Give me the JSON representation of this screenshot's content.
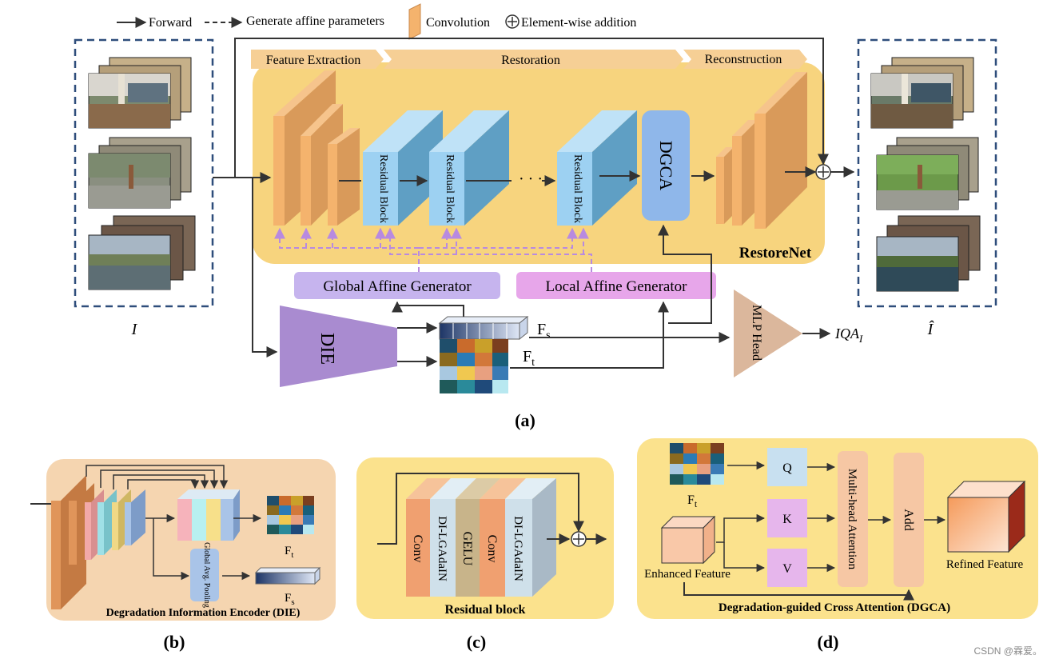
{
  "legend": {
    "forward": "Forward",
    "affine": "Generate affine parameters",
    "conv": "Convolution",
    "add": "Element-wise addition"
  },
  "panel_a": {
    "stage_feature": "Feature Extraction",
    "stage_restoration": "Restoration",
    "stage_reconstruction": "Reconstruction",
    "residual_block": "Residual Block",
    "ellipsis": "· · ·",
    "dgca": "DGCA",
    "restorenet": "RestoreNet",
    "global_gen": "Global Affine Generator",
    "local_gen": "Local Affine Generator",
    "die": "DIE",
    "fs_label": "F",
    "fs_sub": "s",
    "ft_label": "F",
    "ft_sub": "t",
    "mlp": "MLP Head",
    "iqa": "IQA",
    "iqa_sub": "I",
    "input_label": "I",
    "output_label": "Î",
    "caption": "(a)"
  },
  "panel_b": {
    "pool": "Global Avg. Pooling",
    "ft_label": "F",
    "ft_sub": "t",
    "fs_label": "F",
    "fs_sub": "s",
    "title": "Degradation Information Encoder (DIE)",
    "caption": "(b)"
  },
  "panel_c": {
    "conv1": "Conv",
    "dilg1": "DI-LGAdaIN",
    "gelu": "GELU",
    "conv2": "Conv",
    "dilg2": "DI-LGAdaIN",
    "title": "Residual block",
    "caption": "(c)"
  },
  "panel_d": {
    "ft_label": "F",
    "ft_sub": "t",
    "enhanced": "Enhanced Feature",
    "q": "Q",
    "k": "K",
    "v": "V",
    "mha": "Multi-head Attention",
    "add": "Add",
    "refined": "Refined Feature",
    "title": "Degradation-guided Cross Attention (DGCA)",
    "caption": "(d)"
  },
  "watermark": "CSDN @霖爱。",
  "colors": {
    "restorenet_bg": "#f7d47e",
    "conv_face": "#f4b36d",
    "conv_side": "#d99a5a",
    "resblock_face": "#9dd1f2",
    "resblock_side": "#5f9fc4",
    "dgca": "#8fb7ea",
    "global_gen": "#c6b4ee",
    "local_gen": "#e7a6ea",
    "die": "#a98bd0",
    "mlp": "#dbb79c",
    "stage_arrow": "#f6cf95",
    "panel_b_bg": "#f5d5b0",
    "panel_cd_bg": "#fbe28d",
    "affine_dash": "#c9a3ea"
  }
}
